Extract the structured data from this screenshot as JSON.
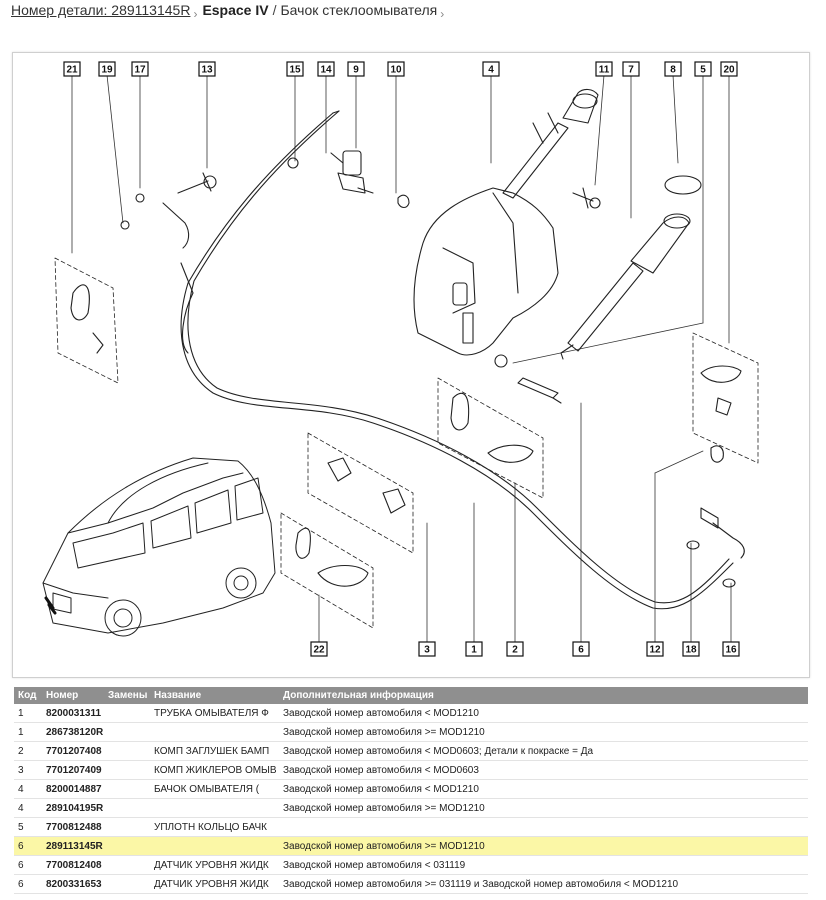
{
  "breadcrumb": {
    "part_link": "Номер детали: 289113145R",
    "separator": "›",
    "model": "Espace IV",
    "slash": "/",
    "current": "Бачок стеклоомывателя"
  },
  "diagram": {
    "callouts": [
      "21",
      "19",
      "17",
      "13",
      "15",
      "14",
      "9",
      "10",
      "4",
      "11",
      "7",
      "8",
      "5",
      "20",
      "22",
      "3",
      "1",
      "2",
      "6",
      "12",
      "18",
      "16"
    ]
  },
  "table": {
    "headers": {
      "code": "Код",
      "number": "Номер",
      "replacements": "Замены",
      "name": "Название",
      "info": "Дополнительная информация"
    },
    "rows": [
      {
        "code": "1",
        "number": "8200031311",
        "replacements": "",
        "name": "ТРУБКА ОМЫВАТЕЛЯ Ф",
        "info": "Заводской номер автомобиля < MOD1210"
      },
      {
        "code": "1",
        "number": "286738120R",
        "replacements": "",
        "name": "",
        "info": "Заводской номер автомобиля >= MOD1210"
      },
      {
        "code": "2",
        "number": "7701207408",
        "replacements": "",
        "name": "КОМП ЗАГЛУШЕК БАМП",
        "info": "Заводской номер автомобиля < MOD0603; Детали к покраске = Да"
      },
      {
        "code": "3",
        "number": "7701207409",
        "replacements": "",
        "name": "КОМП ЖИКЛЕРОВ ОМЫВ",
        "info": "Заводской номер автомобиля < MOD0603"
      },
      {
        "code": "4",
        "number": "8200014887",
        "replacements": "",
        "name": "БАЧОК ОМЫВАТЕЛЯ (",
        "info": "Заводской номер автомобиля < MOD1210"
      },
      {
        "code": "4",
        "number": "289104195R",
        "replacements": "",
        "name": "",
        "info": "Заводской номер автомобиля >= MOD1210"
      },
      {
        "code": "5",
        "number": "7700812488",
        "replacements": "",
        "name": "УПЛОТН КОЛЬЦО БАЧК",
        "info": ""
      },
      {
        "code": "6",
        "number": "289113145R",
        "replacements": "",
        "name": "",
        "info": "Заводской номер автомобиля >= MOD1210"
      },
      {
        "code": "6",
        "number": "7700812408",
        "replacements": "",
        "name": "ДАТЧИК УРОВНЯ ЖИДК",
        "info": "Заводской номер автомобиля < 031119"
      },
      {
        "code": "6",
        "number": "8200331653",
        "replacements": "",
        "name": "ДАТЧИК УРОВНЯ ЖИДК",
        "info": "Заводской номер автомобиля >= 031119 и Заводской номер автомобиля < MOD1210"
      }
    ],
    "selected_row": 7,
    "highlight_color": "#fbf7a6"
  }
}
